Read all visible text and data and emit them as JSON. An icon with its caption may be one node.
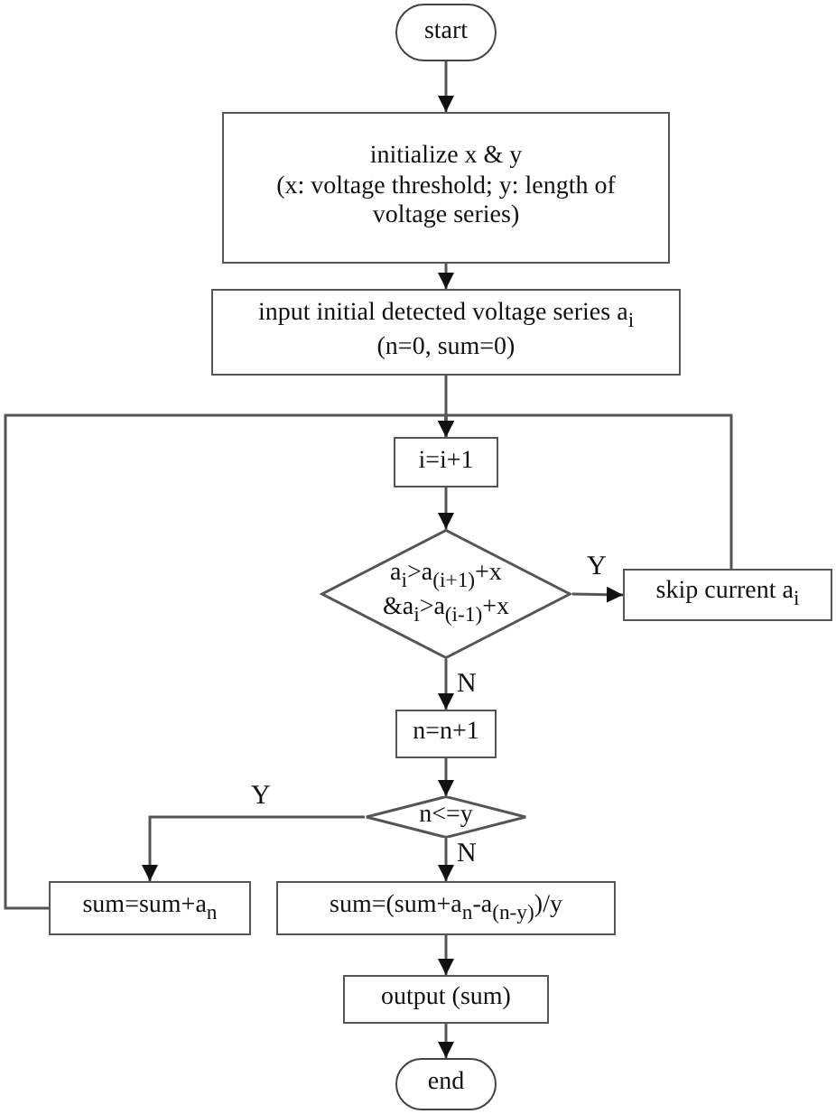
{
  "diagram": {
    "nodes": [
      {
        "text": [
          "start"
        ]
      },
      {
        "text": [
          "initialize x & y",
          "(x: voltage threshold; y: length of voltage series)"
        ]
      },
      {
        "text": [
          "input initial detected voltage series a$_{i}$",
          "(n=0, sum=0)"
        ]
      },
      {
        "text": [
          "i=i+1"
        ]
      },
      {
        "text": [
          "a$_{i}$>a$_{(i+1)}$+x &a$_{i}$>a$_{(i-1)}$+x"
        ]
      },
      {
        "text": [
          "skip current a$_{i}$"
        ]
      },
      {
        "text": [
          "n=n+1"
        ]
      },
      {
        "text": [
          "n<=y"
        ]
      },
      {
        "text": [
          "sum=sum+a$_{n}$"
        ]
      },
      {
        "text": [
          "sum=(sum+a$_{n}$-a$_{(n-y)}$)/y"
        ]
      },
      {
        "text": [
          "output (sum)"
        ]
      },
      {
        "text": [
          "end"
        ]
      }
    ],
    "edges": [
      {
        "from": 0,
        "to": 1,
        "arrow": "to"
      },
      {
        "from": 1,
        "to": 2,
        "arrow": "to"
      },
      {
        "from": 2,
        "to": 3,
        "arrow": "to"
      },
      {
        "from": 3,
        "to": 4,
        "arrow": "to"
      },
      {
        "from": 4,
        "to": 5,
        "arrow": "to",
        "label": "Y"
      },
      {
        "from": 5,
        "to": 3,
        "arrow": "to"
      },
      {
        "from": 4,
        "to": 6,
        "arrow": "to",
        "label": "N"
      },
      {
        "from": 6,
        "to": 7,
        "arrow": "to"
      },
      {
        "from": 7,
        "to": 8,
        "arrow": "to",
        "label": "Y"
      },
      {
        "from": 7,
        "to": 9,
        "arrow": "to",
        "label": "N"
      },
      {
        "from": 8,
        "to": 3,
        "arrow": "to"
      },
      {
        "from": 9,
        "to": 10,
        "arrow": "to"
      },
      {
        "from": 10,
        "to": 11,
        "arrow": "to"
      }
    ]
  }
}
